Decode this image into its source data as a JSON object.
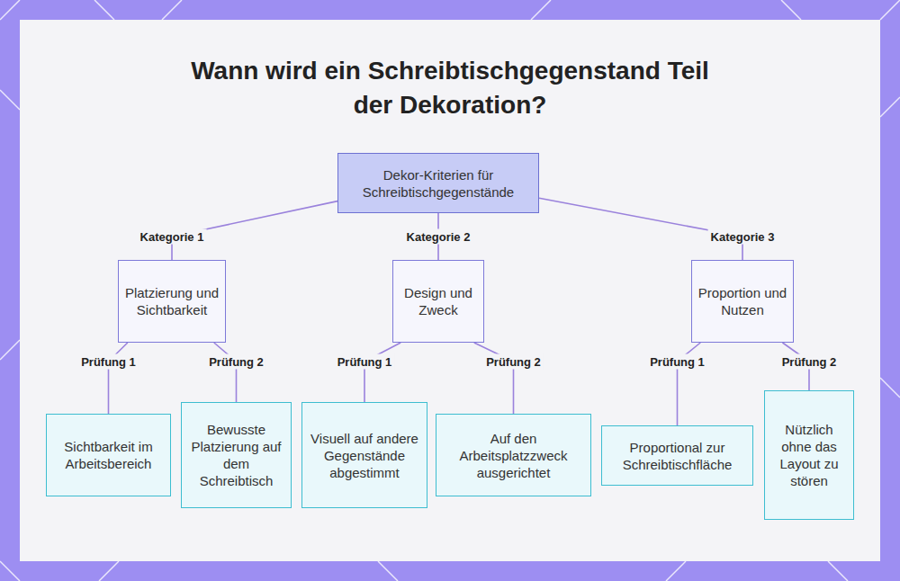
{
  "diagram": {
    "title": "Wann wird ein Schreibtischgegenstand Teil der Dekoration?",
    "nodes": [
      {
        "text": [
          "Dekor-Kriterien für Schreibtischgegenstände"
        ]
      },
      {
        "text": [
          "Platzierung und Sichtbarkeit"
        ]
      },
      {
        "text": [
          "Design und Zweck"
        ]
      },
      {
        "text": [
          "Proportion und Nutzen"
        ]
      },
      {
        "text": [
          "Sichtbarkeit im Arbeitsbereich"
        ]
      },
      {
        "text": [
          "Bewusste Platzierung auf dem Schreibtisch"
        ]
      },
      {
        "text": [
          "Visuell auf andere Gegenstände abgestimmt"
        ]
      },
      {
        "text": [
          "Auf den Arbeitsplatzzweck ausgerichtet"
        ]
      },
      {
        "text": [
          "Proportional zur Schreibtischfläche"
        ]
      },
      {
        "text": [
          "Nützlich ohne das Layout zu stören"
        ]
      }
    ],
    "edges": [
      {
        "from": 0,
        "to": 1,
        "arrow": "none",
        "label": "Kategorie 1"
      },
      {
        "from": 0,
        "to": 2,
        "arrow": "none",
        "label": "Kategorie 2"
      },
      {
        "from": 0,
        "to": 3,
        "arrow": "none",
        "label": "Kategorie 3"
      },
      {
        "from": 1,
        "to": 4,
        "arrow": "none",
        "label": "Prüfung 1"
      },
      {
        "from": 1,
        "to": 5,
        "arrow": "none",
        "label": "Prüfung 2"
      },
      {
        "from": 2,
        "to": 6,
        "arrow": "none",
        "label": "Prüfung 1"
      },
      {
        "from": 2,
        "to": 7,
        "arrow": "none",
        "label": "Prüfung 2"
      },
      {
        "from": 3,
        "to": 8,
        "arrow": "none",
        "label": "Prüfung 1"
      },
      {
        "from": 3,
        "to": 9,
        "arrow": "none",
        "label": "Prüfung 2"
      }
    ]
  }
}
